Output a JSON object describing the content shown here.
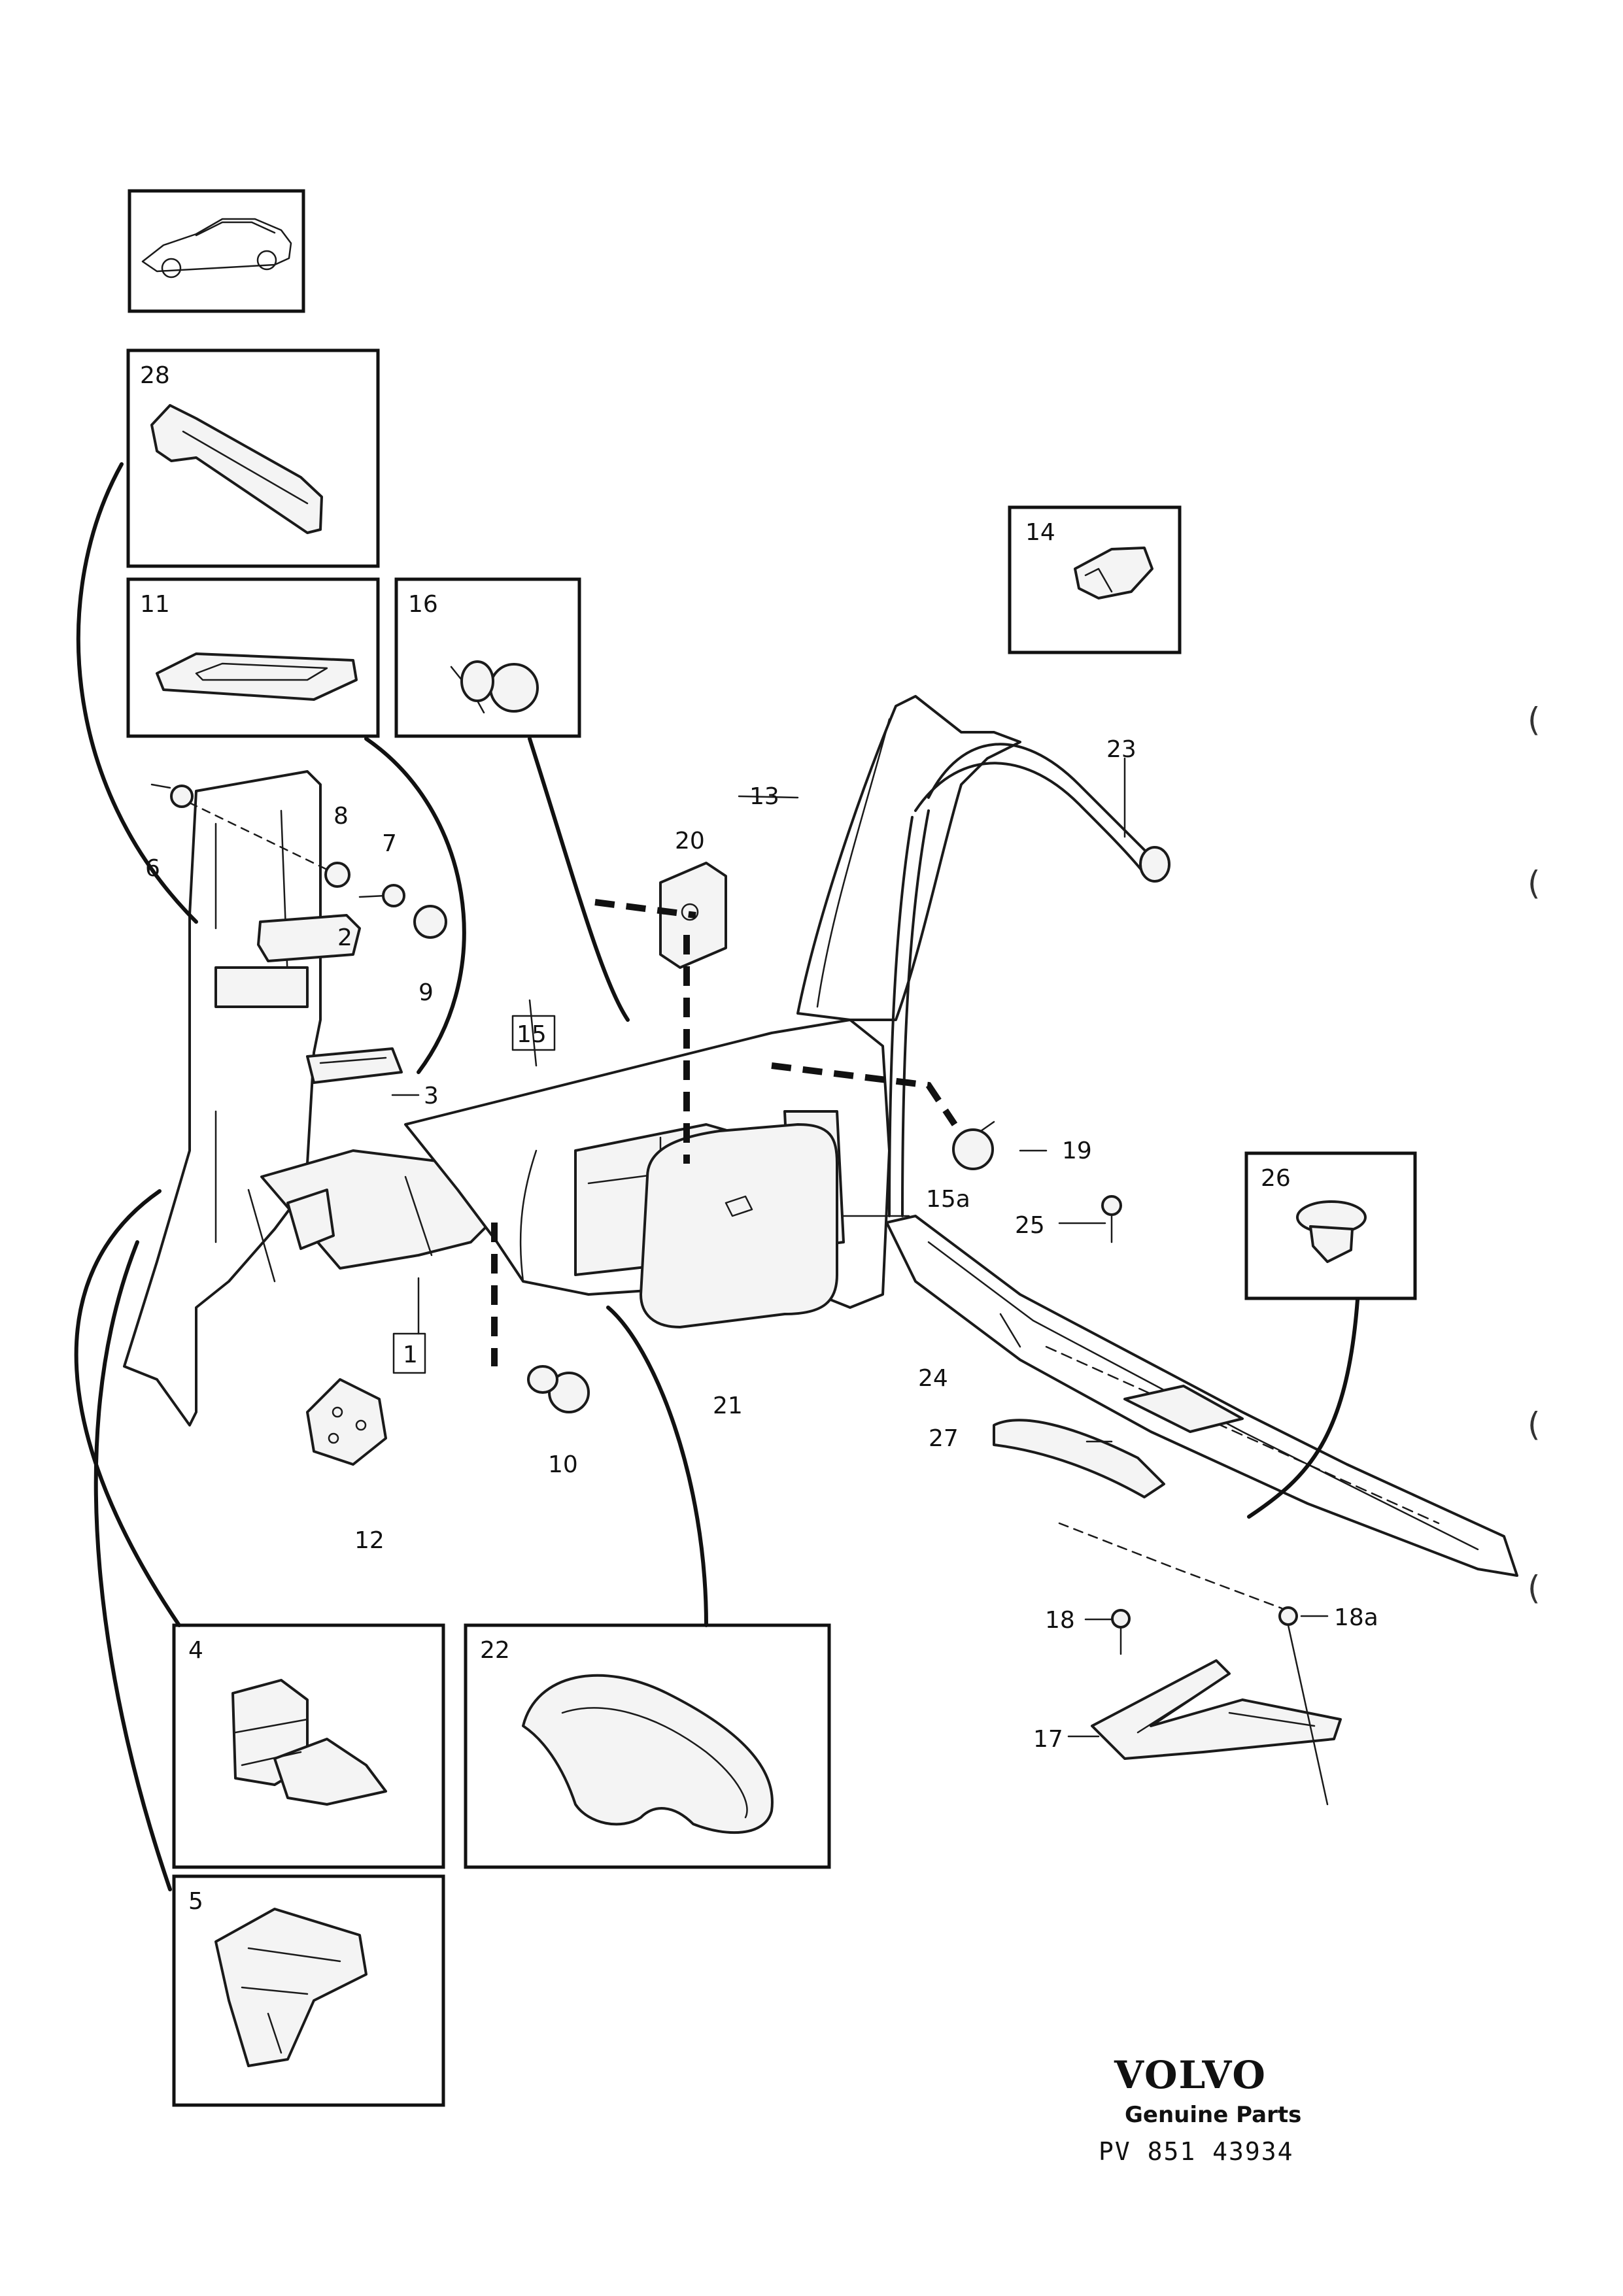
{
  "labels": {
    "l1": "1",
    "l2": "2",
    "l3": "3",
    "l4": "4",
    "l5": "5",
    "l6": "6",
    "l7": "7",
    "l8": "8",
    "l9": "9",
    "l10": "10",
    "l11": "11",
    "l12": "12",
    "l13": "13",
    "l14": "14",
    "l15": "15",
    "l15a": "15a",
    "l16": "16",
    "l17": "17",
    "l18": "18",
    "l18a": "18a",
    "l19": "19",
    "l20": "20",
    "l21": "21",
    "l22": "22",
    "l23": "23",
    "l24": "24",
    "l25": "25",
    "l26": "26",
    "l27": "27",
    "l28": "28"
  },
  "brand": {
    "logo": "VOLVO",
    "tagline": "Genuine Parts",
    "part_number": "PV 851 43934"
  },
  "margin_marks": [
    "(",
    "(",
    "(",
    "("
  ],
  "icons": {
    "vehicle": "car-thumbnail-icon"
  }
}
